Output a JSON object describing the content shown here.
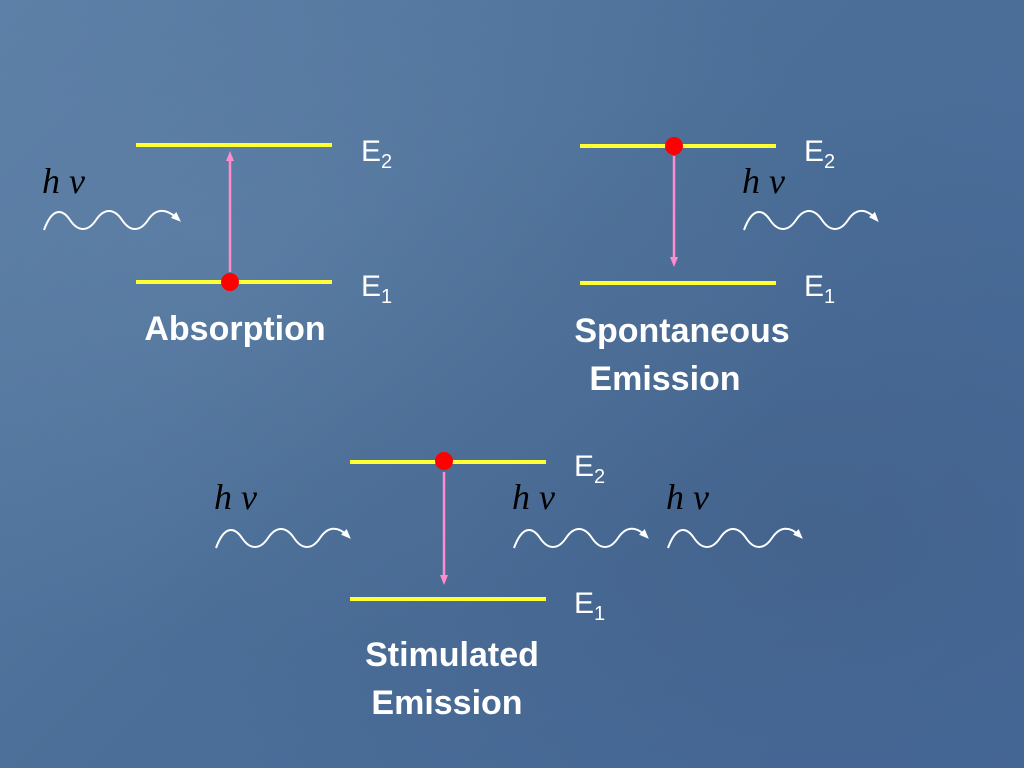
{
  "colors": {
    "background": "#4f74a0",
    "level_line": "#ffff33",
    "transition_arrow": "#ff8ccd",
    "electron": "#ff0000",
    "photon_wave": "#ffffff",
    "caption_text": "#ffffff",
    "photon_label_text": "#000000"
  },
  "level_labels": {
    "upper_symbol": "E",
    "upper_index": "2",
    "lower_symbol": "E",
    "lower_index": "1"
  },
  "photon_label": "h ν",
  "absorption": {
    "caption": "Absorption"
  },
  "spontaneous_emission": {
    "caption_line1": "Spontaneous",
    "caption_line2": "Emission"
  },
  "stimulated_emission": {
    "caption_line1": "Stimulated",
    "caption_line2": "Emission"
  }
}
